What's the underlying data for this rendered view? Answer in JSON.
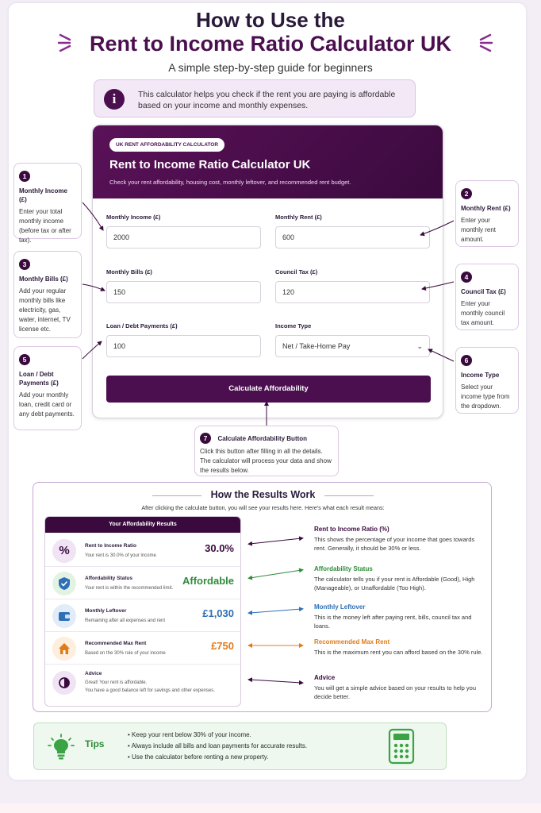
{
  "header": {
    "title_line1": "How to Use the",
    "title_line2": "Rent to Income Ratio Calculator UK",
    "subtitle": "A simple step-by-step guide for beginners"
  },
  "info": {
    "icon": "info-icon",
    "text": "This calculator helps you check if the rent you are paying is affordable based on your income and monthly expenses."
  },
  "calculator": {
    "badge": "UK RENT AFFORDABILITY CALCULATOR",
    "title": "Rent to Income Ratio Calculator UK",
    "subtitle": "Check your rent affordability, housing cost, monthly leftover, and recommended rent budget.",
    "fields": {
      "monthly_income": {
        "label": "Monthly Income (£)",
        "value": "2000"
      },
      "monthly_rent": {
        "label": "Monthly Rent (£)",
        "value": "600"
      },
      "monthly_bills": {
        "label": "Monthly Bills (£)",
        "value": "150"
      },
      "council_tax": {
        "label": "Council Tax (£)",
        "value": "120"
      },
      "loan_debt": {
        "label": "Loan / Debt Payments (£)",
        "value": "100"
      },
      "income_type": {
        "label": "Income Type",
        "value": "Net / Take-Home Pay"
      }
    },
    "button": "Calculate Affordability"
  },
  "callouts": [
    {
      "num": "1",
      "title": "Monthly Income (£)",
      "desc": "Enter your total monthly income (before tax or after tax)."
    },
    {
      "num": "2",
      "title": "Monthly Rent (£)",
      "desc": "Enter your monthly rent amount."
    },
    {
      "num": "3",
      "title": "Monthly Bills (£)",
      "desc": "Add your regular monthly bills like electricity, gas, water, internet, TV license etc."
    },
    {
      "num": "4",
      "title": "Council Tax (£)",
      "desc": "Enter your monthly council tax amount."
    },
    {
      "num": "5",
      "title": "Loan / Debt Payments (£)",
      "desc": "Add your monthly loan, credit card or any debt payments."
    },
    {
      "num": "6",
      "title": "Income Type",
      "desc": "Select your income type from the dropdown."
    },
    {
      "num": "7",
      "title": "Calculate Affordability Button",
      "desc": "Click this button after filling in all the details. The calculator will process your data and show the results below."
    }
  ],
  "results": {
    "title": "How the Results Work",
    "subtitle": "After clicking the calculate button, you will see your results here. Here's what each result means:",
    "panel_title": "Your Affordability Results",
    "rows": [
      {
        "icon": "percent-icon",
        "label": "Rent to Income Ratio",
        "desc": "Your rent is 30.0% of your income",
        "value": "30.0%",
        "color": "#3a0a3e"
      },
      {
        "icon": "shield-check-icon",
        "label": "Affordability Status",
        "desc": "Your rent is within the recommended limit.",
        "value": "Affordable",
        "color": "#2e8b3a"
      },
      {
        "icon": "wallet-icon",
        "label": "Monthly Leftover",
        "desc": "Remaining after all expenses and rent",
        "value": "£1,030",
        "color": "#2f6fb5"
      },
      {
        "icon": "house-icon",
        "label": "Recommended Max Rent",
        "desc": "Based on the 30% rule of your income",
        "value": "£750",
        "color": "#e07b1a"
      },
      {
        "icon": "contrast-icon",
        "label": "Advice",
        "desc": "Great! Your rent is affordable.",
        "desc2": "You have a good balance left for savings and other expenses.",
        "value": "",
        "color": "#3a0a3e"
      }
    ],
    "explanations": [
      {
        "title": "Rent to Income Ratio (%)",
        "desc": "This shows the percentage of your income that goes towards rent. Generally, it should be 30% or less.",
        "color": "#3a0a3e"
      },
      {
        "title": "Affordability Status",
        "desc": "The calculator tells you if your rent is Affordable (Good), High (Manageable), or Unaffordable (Too High).",
        "color": "#2e8b3a"
      },
      {
        "title": "Monthly Leftover",
        "desc": "This is the money left after paying rent, bills, council tax and loans.",
        "color": "#2f6fb5"
      },
      {
        "title": "Recommended Max Rent",
        "desc": "This is the maximum rent you can afford based on the 30% rule.",
        "color": "#e07b1a"
      },
      {
        "title": "Advice",
        "desc": "You will get a simple advice based on your results to help you decide better.",
        "color": "#3a0a3e"
      }
    ]
  },
  "tips": {
    "label": "Tips",
    "items": [
      "Keep your rent below 30% of your income.",
      "Always include all bills and loan payments for accurate results.",
      "Use the calculator before renting a new property."
    ]
  }
}
